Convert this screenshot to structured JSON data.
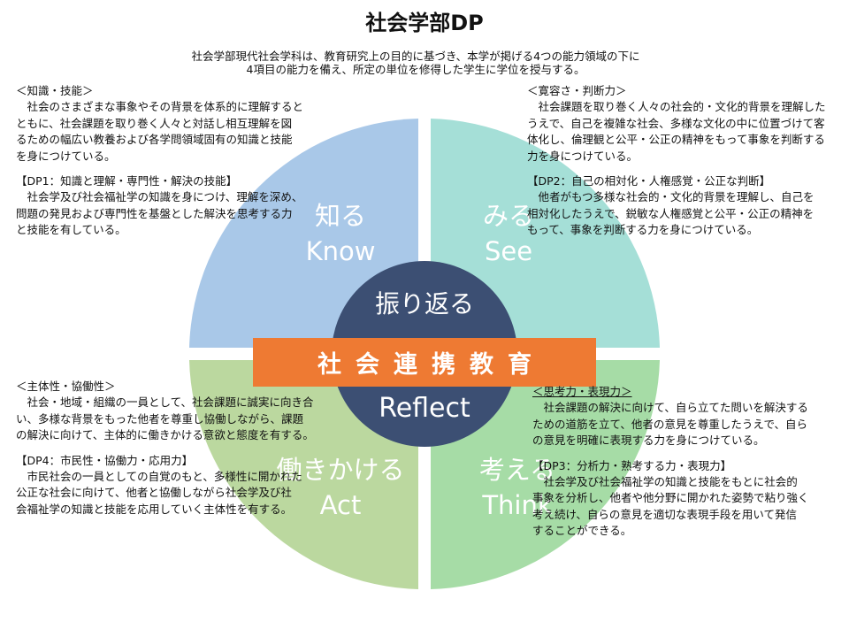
{
  "title": "社会学部DP",
  "intro": "社会学部現代社会学科は、教育研究上の目的に基づき、本学が掲げる4つの能力領域の下に\n4項目の能力を備え、所定の単位を修得した学生に学位を授与する。",
  "colors": {
    "know": "#A9C8E8",
    "see": "#A5DFD7",
    "act": "#BBD89F",
    "think": "#A6DCA6",
    "center": "#3C4F73",
    "banner": "#EE7A33"
  },
  "quadrants": {
    "know": {
      "jp": "知る",
      "en": "Know"
    },
    "see": {
      "jp": "みる",
      "en": "See"
    },
    "act": {
      "jp": "働きかける",
      "en": "Act"
    },
    "think": {
      "jp": "考える",
      "en": "Think"
    }
  },
  "center": {
    "top": "振り返る",
    "bottom": "Reflect"
  },
  "banner": "社会連携教育",
  "blocks": {
    "knowledge": {
      "head": "＜知識・技能＞",
      "body": "　社会のさまざまな事象やその背景を体系的に理解すると\nともに、社会課題を取り巻く人々と対話し相互理解を図\nるための幅広い教養および各学問領域固有の知識と技能\nを身につけている。",
      "dp_head": "【DP1：知識と理解・専門性・解決の技能】",
      "dp_body": "　社会学及び社会福祉学の知識を身につけ、理解を深め、\n問題の発見および専門性を基盤とした解決を思考する力\nと技能を有している。"
    },
    "tolerance": {
      "head": "＜寛容さ・判断力＞",
      "body": "　社会課題を取り巻く人々の社会的・文化的背景を理解した\nうえで、自己を複雑な社会、多様な文化の中に位置づけて客\n体化し、倫理観と公平・公正の精神をもって事象を判断する\n力を身につけている。",
      "dp_head": "【DP2：自己の相対化・人権感覚・公正な判断】",
      "dp_body": "　他者がもつ多様な社会的・文化的背景を理解し、自己を\n相対化したうえで、鋭敏な人権感覚と公平・公正の精神を\nもって、事象を判断する力を身につけている。"
    },
    "initiative": {
      "head": "＜主体性・協働性＞",
      "body": "　社会・地域・組織の一員として、社会課題に誠実に向き合\nい、多様な背景をもった他者を尊重し協働しながら、課題\nの解決に向けて、主体的に働きかける意欲と態度を有する。",
      "dp_head": "【DP4：市民性・協働力・応用力】",
      "dp_body": "　市民社会の一員としての自覚のもと、多様性に開かれた\n公正な社会に向けて、他者と協働しながら社会学及び社\n会福祉学の知識と技能を応用していく主体性を有する。"
    },
    "thinking": {
      "head": "＜思考力・表現力＞",
      "body": "　社会課題の解決に向けて、自ら立てた問いを解決する\nための道筋を立て、他者の意見を尊重したうえで、自ら\nの意見を明確に表現する力を身につけている。",
      "dp_head": "【DP3：分析力・熟考する力・表現力】",
      "dp_body": "　社会学及び社会福祉学の知識と技能をもとに社会的\n事象を分析し、他者や他分野に開かれた姿勢で粘り強く\n考え続け、自らの意見を適切な表現手段を用いて発信\nすることができる。"
    }
  }
}
